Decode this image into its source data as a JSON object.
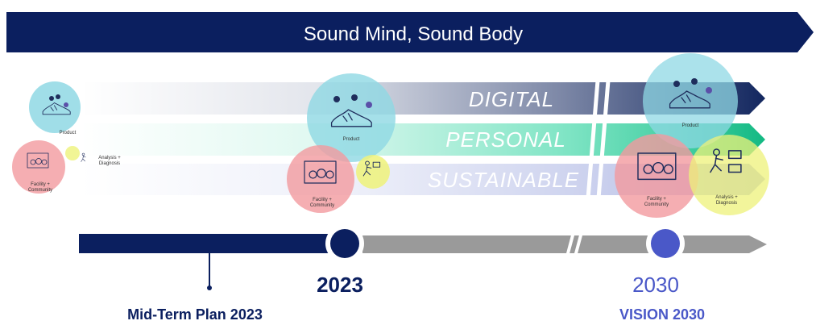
{
  "banner": {
    "title": "Sound Mind, Sound Body",
    "color": "#0b1f5f"
  },
  "ribbons": [
    {
      "label": "DIGITAL",
      "color": "#13275f"
    },
    {
      "label": "PERSONAL",
      "color": "#2fd4a0"
    },
    {
      "label": "SUSTAINABLE",
      "color": "#b8c0e8"
    }
  ],
  "bubbles": {
    "product": "Product",
    "facility": [
      "Facility +",
      "Community"
    ],
    "analysis": [
      "Analysis +",
      "Diagnosis"
    ]
  },
  "timeline": {
    "milestone_2023": {
      "year": "2023",
      "plan": "Mid-Term Plan 2023",
      "color": "#0b1f5f"
    },
    "milestone_2030": {
      "year": "2030",
      "plan": "VISION 2030",
      "color": "#4a58c8"
    },
    "bar_future_color": "#9a9a9a"
  }
}
